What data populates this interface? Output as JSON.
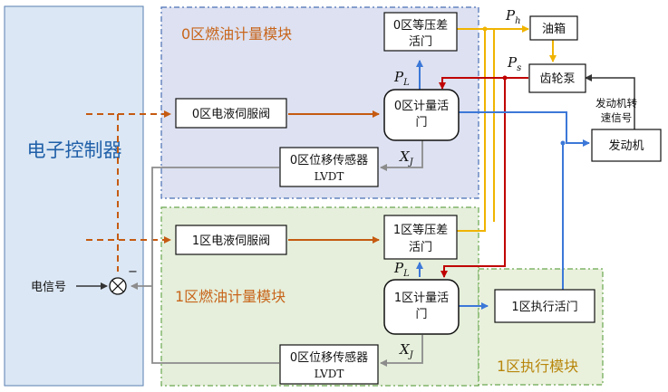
{
  "controller": {
    "label": "电子控制器"
  },
  "signal": {
    "label": "电信号",
    "minus": "−"
  },
  "zone0": {
    "title": "0区燃油计量模块",
    "servo_valve": "0区电液伺服阀",
    "dp_valve": [
      "0区等压差",
      "活门"
    ],
    "metering_valve": [
      "0区计量活",
      "门"
    ],
    "sensor": [
      "0区位移传感器",
      "LVDT"
    ]
  },
  "zone1": {
    "title": "1区燃油计量模块",
    "servo_valve": "1区电液伺服阀",
    "dp_valve": [
      "1区等压差",
      "活门"
    ],
    "metering_valve": [
      "1区计量活",
      "门"
    ],
    "sensor": [
      "0区位移传感器",
      "LVDT"
    ]
  },
  "exec": {
    "title": "1区执行模块",
    "valve": "1区执行活门"
  },
  "tank": "油箱",
  "pump": "齿轮泵",
  "engine": "发动机",
  "speed_signal": [
    "发动机转",
    "速信号"
  ],
  "vars": {
    "P": "P",
    "h": "h",
    "s": "s",
    "L": "L",
    "X": "X",
    "J": "J"
  },
  "colors": {
    "zone0_fill": "#dde1f1",
    "zone1_fill": "#e5efdb",
    "exec_fill": "#e9f0dc",
    "controller_fill": "#dbe7f4",
    "orange": "#c55a11",
    "yellow": "#f0b400",
    "red": "#c00000",
    "blue": "#3c78d8",
    "gray": "#8c8c8c",
    "dark": "#333333"
  }
}
